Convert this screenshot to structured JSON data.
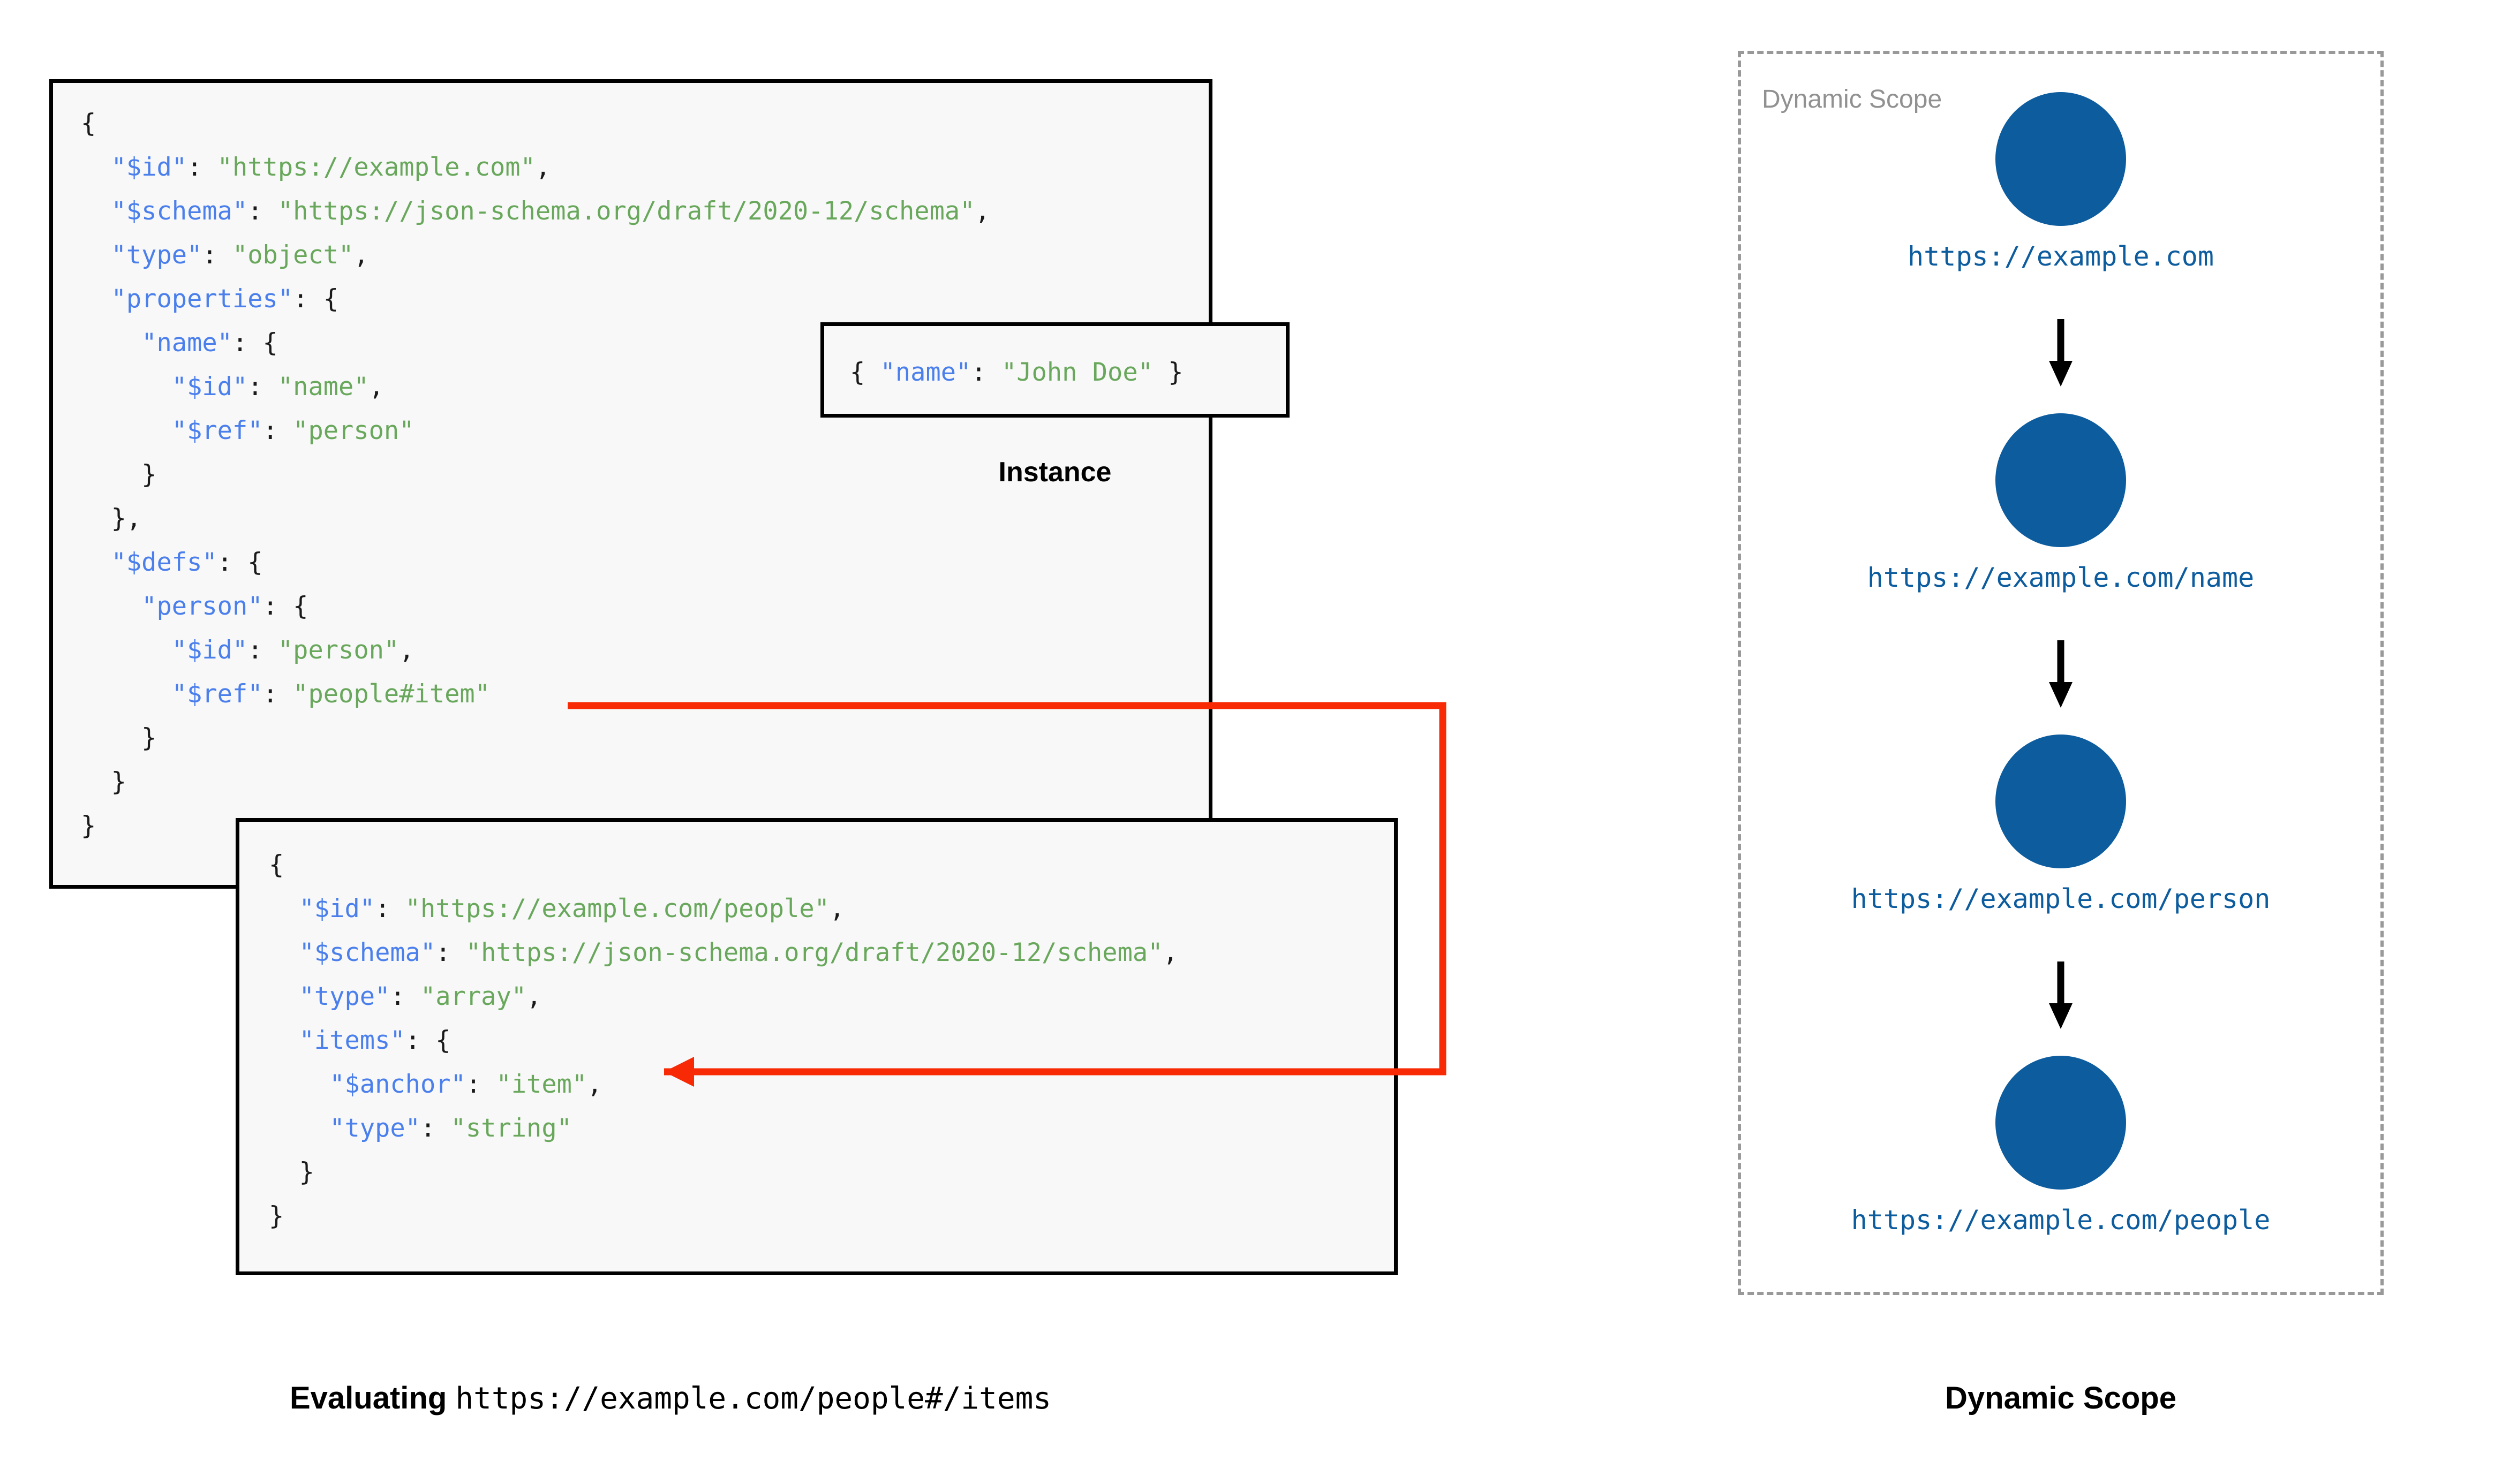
{
  "colors": {
    "json_key": "#4a7fec",
    "json_string": "#69a85c",
    "json_punct": "#1a1a1a",
    "ref_arrow": "#f72a05",
    "scope_node": "#0d5c9e",
    "scope_border": "#999999",
    "box_border": "#000000",
    "box_fill": "#f8f8f8"
  },
  "left_panel": {
    "root_schema": {
      "lines": [
        [
          {
            "t": "{",
            "c": "p"
          }
        ],
        [
          {
            "t": "  ",
            "c": "p"
          },
          {
            "t": "\"$id\"",
            "c": "k"
          },
          {
            "t": ": ",
            "c": "p"
          },
          {
            "t": "\"https://example.com\"",
            "c": "s"
          },
          {
            "t": ",",
            "c": "p"
          }
        ],
        [
          {
            "t": "  ",
            "c": "p"
          },
          {
            "t": "\"$schema\"",
            "c": "k"
          },
          {
            "t": ": ",
            "c": "p"
          },
          {
            "t": "\"https://json-schema.org/draft/2020-12/schema\"",
            "c": "s"
          },
          {
            "t": ",",
            "c": "p"
          }
        ],
        [
          {
            "t": "  ",
            "c": "p"
          },
          {
            "t": "\"type\"",
            "c": "k"
          },
          {
            "t": ": ",
            "c": "p"
          },
          {
            "t": "\"object\"",
            "c": "s"
          },
          {
            "t": ",",
            "c": "p"
          }
        ],
        [
          {
            "t": "  ",
            "c": "p"
          },
          {
            "t": "\"properties\"",
            "c": "k"
          },
          {
            "t": ": {",
            "c": "p"
          }
        ],
        [
          {
            "t": "    ",
            "c": "p"
          },
          {
            "t": "\"name\"",
            "c": "k"
          },
          {
            "t": ": {",
            "c": "p"
          }
        ],
        [
          {
            "t": "      ",
            "c": "p"
          },
          {
            "t": "\"$id\"",
            "c": "k"
          },
          {
            "t": ": ",
            "c": "p"
          },
          {
            "t": "\"name\"",
            "c": "s"
          },
          {
            "t": ",",
            "c": "p"
          }
        ],
        [
          {
            "t": "      ",
            "c": "p"
          },
          {
            "t": "\"$ref\"",
            "c": "k"
          },
          {
            "t": ": ",
            "c": "p"
          },
          {
            "t": "\"person\"",
            "c": "s"
          }
        ],
        [
          {
            "t": "    }",
            "c": "p"
          }
        ],
        [
          {
            "t": "  },",
            "c": "p"
          }
        ],
        [
          {
            "t": "  ",
            "c": "p"
          },
          {
            "t": "\"$defs\"",
            "c": "k"
          },
          {
            "t": ": {",
            "c": "p"
          }
        ],
        [
          {
            "t": "    ",
            "c": "p"
          },
          {
            "t": "\"person\"",
            "c": "k"
          },
          {
            "t": ": {",
            "c": "p"
          }
        ],
        [
          {
            "t": "      ",
            "c": "p"
          },
          {
            "t": "\"$id\"",
            "c": "k"
          },
          {
            "t": ": ",
            "c": "p"
          },
          {
            "t": "\"person\"",
            "c": "s"
          },
          {
            "t": ",",
            "c": "p"
          }
        ],
        [
          {
            "t": "      ",
            "c": "p"
          },
          {
            "t": "\"$ref\"",
            "c": "k"
          },
          {
            "t": ": ",
            "c": "p"
          },
          {
            "t": "\"people#item\"",
            "c": "s"
          }
        ],
        [
          {
            "t": "    }",
            "c": "p"
          }
        ],
        [
          {
            "t": "  }",
            "c": "p"
          }
        ],
        [
          {
            "t": "}",
            "c": "p"
          }
        ]
      ]
    },
    "instance": {
      "lines": [
        [
          {
            "t": "{ ",
            "c": "p"
          },
          {
            "t": "\"name\"",
            "c": "k"
          },
          {
            "t": ": ",
            "c": "p"
          },
          {
            "t": "\"John Doe\"",
            "c": "s"
          },
          {
            "t": " }",
            "c": "p"
          }
        ]
      ],
      "caption": "Instance"
    },
    "people_schema": {
      "lines": [
        [
          {
            "t": "{",
            "c": "p"
          }
        ],
        [
          {
            "t": "  ",
            "c": "p"
          },
          {
            "t": "\"$id\"",
            "c": "k"
          },
          {
            "t": ": ",
            "c": "p"
          },
          {
            "t": "\"https://example.com/people\"",
            "c": "s"
          },
          {
            "t": ",",
            "c": "p"
          }
        ],
        [
          {
            "t": "  ",
            "c": "p"
          },
          {
            "t": "\"$schema\"",
            "c": "k"
          },
          {
            "t": ": ",
            "c": "p"
          },
          {
            "t": "\"https://json-schema.org/draft/2020-12/schema\"",
            "c": "s"
          },
          {
            "t": ",",
            "c": "p"
          }
        ],
        [
          {
            "t": "  ",
            "c": "p"
          },
          {
            "t": "\"type\"",
            "c": "k"
          },
          {
            "t": ": ",
            "c": "p"
          },
          {
            "t": "\"array\"",
            "c": "s"
          },
          {
            "t": ",",
            "c": "p"
          }
        ],
        [
          {
            "t": "  ",
            "c": "p"
          },
          {
            "t": "\"items\"",
            "c": "k"
          },
          {
            "t": ": {",
            "c": "p"
          }
        ],
        [
          {
            "t": "    ",
            "c": "p"
          },
          {
            "t": "\"$anchor\"",
            "c": "k"
          },
          {
            "t": ": ",
            "c": "p"
          },
          {
            "t": "\"item\"",
            "c": "s"
          },
          {
            "t": ",",
            "c": "p"
          }
        ],
        [
          {
            "t": "    ",
            "c": "p"
          },
          {
            "t": "\"type\"",
            "c": "k"
          },
          {
            "t": ": ",
            "c": "p"
          },
          {
            "t": "\"string\"",
            "c": "s"
          }
        ],
        [
          {
            "t": "  }",
            "c": "p"
          }
        ],
        [
          {
            "t": "}",
            "c": "p"
          }
        ]
      ]
    },
    "caption": {
      "label": "Evaluating",
      "uri": "https://example.com/people#/items"
    }
  },
  "right_panel": {
    "inner_label": "Dynamic Scope",
    "caption": "Dynamic Scope",
    "nodes": [
      {
        "label": "https://example.com"
      },
      {
        "label": "https://example.com/name"
      },
      {
        "label": "https://example.com/person"
      },
      {
        "label": "https://example.com/people"
      }
    ]
  }
}
